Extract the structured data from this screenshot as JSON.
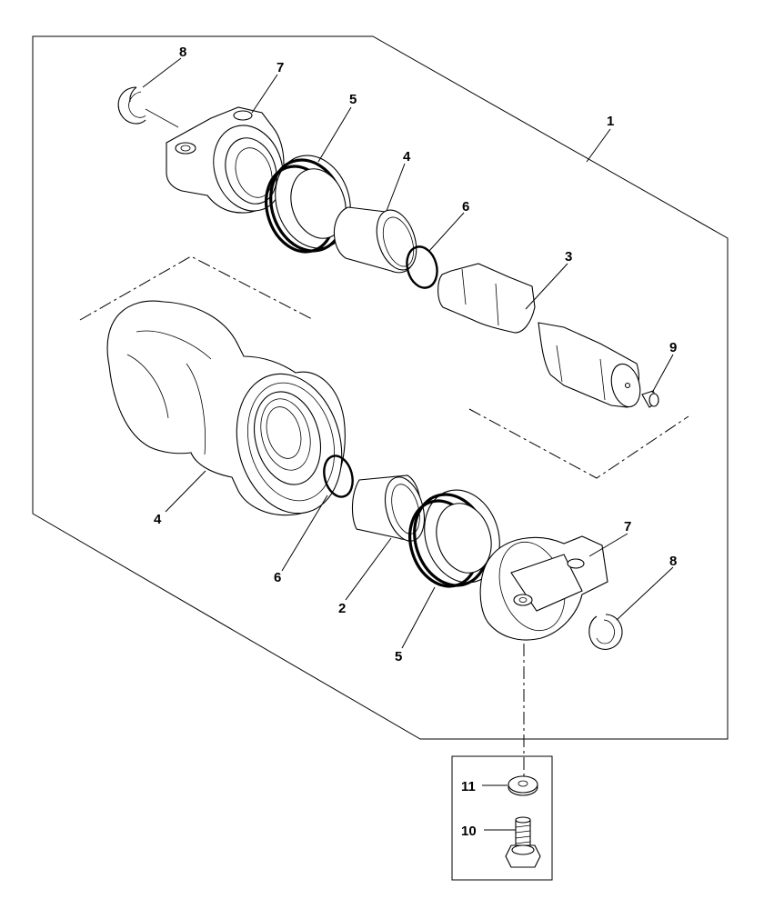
{
  "callouts": {
    "c1": "1",
    "c2": "2",
    "c3": "3",
    "c4_top": "4",
    "c4_bottom": "4",
    "c5_top": "5",
    "c5_bottom": "5",
    "c6_top": "6",
    "c6_bottom": "6",
    "c7_top": "7",
    "c7_bottom": "7",
    "c8_top": "8",
    "c8_bottom": "8",
    "c9": "9",
    "c10": "10",
    "c11": "11"
  }
}
